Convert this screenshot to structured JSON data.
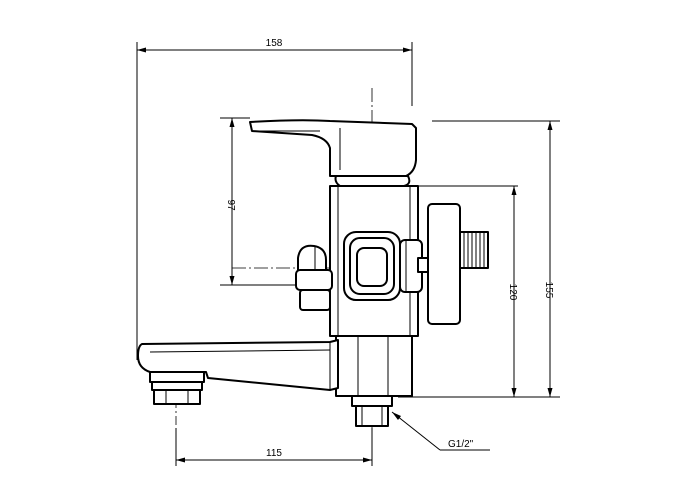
{
  "drawing": {
    "dimensions": {
      "overall_width": "158",
      "handle_height": "97",
      "inlet_height": "120",
      "total_height": "155",
      "spout_reach": "115",
      "thread": "G1/2\""
    }
  }
}
